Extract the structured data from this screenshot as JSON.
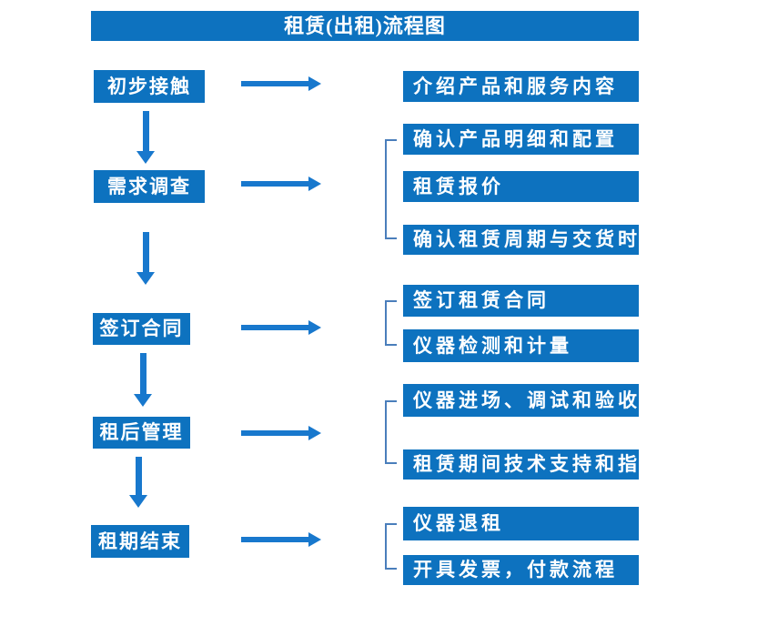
{
  "title": "租赁(出租)流程图",
  "colors": {
    "box_fill": "#0d72bf",
    "arrow": "#1878cd",
    "bracket": "#4a7ebb",
    "text": "#ffffff",
    "background": "#ffffff"
  },
  "stages": [
    {
      "label": "初步接触",
      "outputs": [
        "介绍产品和服务内容"
      ]
    },
    {
      "label": "需求调查",
      "outputs": [
        "确认产品明细和配置",
        "租赁报价",
        "确认租赁周期与交货时间"
      ]
    },
    {
      "label": "签订合同",
      "outputs": [
        "签订租赁合同",
        "仪器检测和计量"
      ]
    },
    {
      "label": "租后管理",
      "outputs": [
        "仪器进场、调试和验收",
        "租赁期间技术支持和指导"
      ]
    },
    {
      "label": "租期结束",
      "outputs": [
        "仪器退租",
        "开具发票，付款流程"
      ]
    }
  ]
}
